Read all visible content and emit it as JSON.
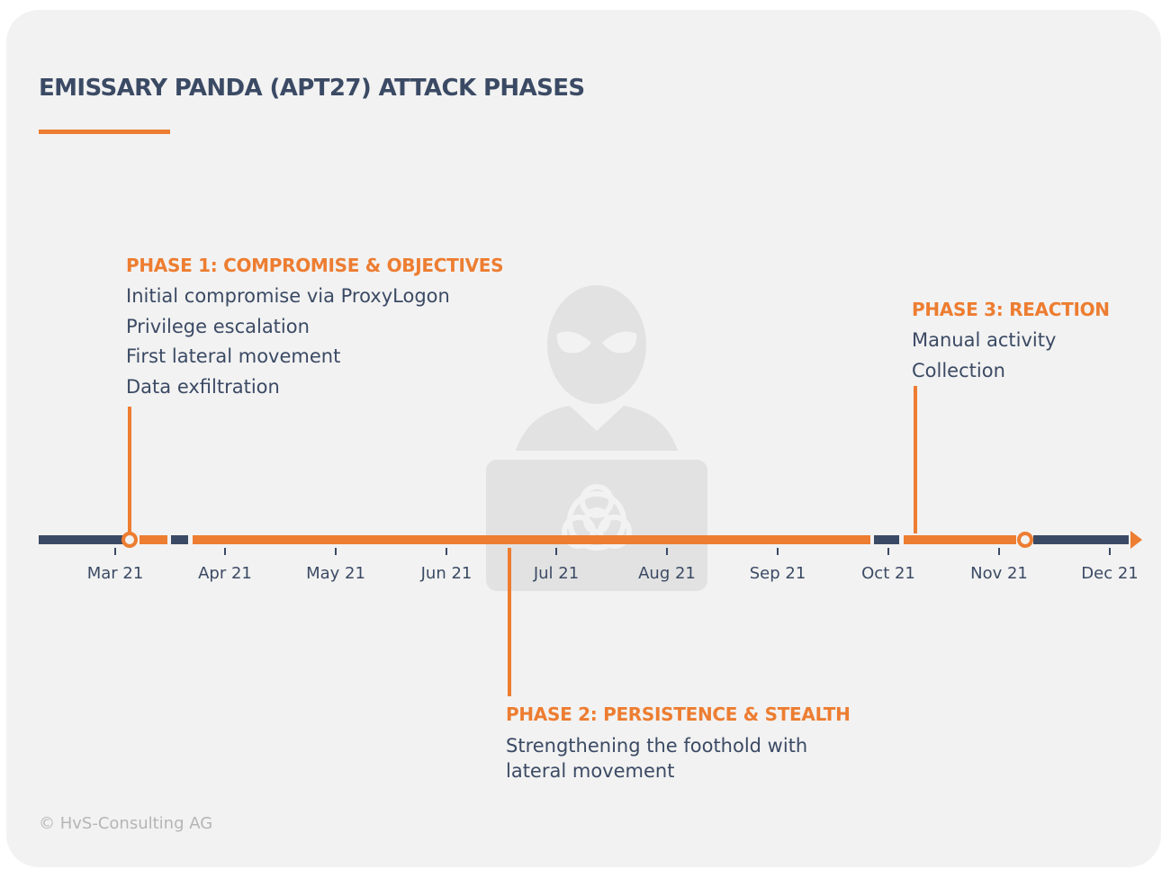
{
  "title": "EMISSARY PANDA (APT27) ATTACK PHASES",
  "colors": {
    "accent": "#ed7d31",
    "navy": "#3b4a64",
    "background": "#f2f2f2",
    "watermark": "#e2e2e2"
  },
  "background_icon": "hacker-with-biohazard-laptop-icon",
  "timeline": {
    "months": [
      "Mar 21",
      "Apr 21",
      "May 21",
      "Jun 21",
      "Jul 21",
      "Aug 21",
      "Sep 21",
      "Oct 21",
      "Nov 21",
      "Dec 21"
    ]
  },
  "phases": [
    {
      "title": "PHASE 1: COMPROMISE & OBJECTIVES",
      "items": [
        "Initial compromise via ProxyLogon",
        "Privilege escalation",
        "First lateral movement",
        "Data exfiltration"
      ]
    },
    {
      "title": "PHASE 2: PERSISTENCE & STEALTH",
      "items": [
        "Strengthening the foothold with",
        "lateral movement"
      ]
    },
    {
      "title": "PHASE 3: REACTION",
      "items": [
        "Manual activity",
        "Collection"
      ]
    }
  ],
  "copyright": "© HvS-Consulting AG"
}
